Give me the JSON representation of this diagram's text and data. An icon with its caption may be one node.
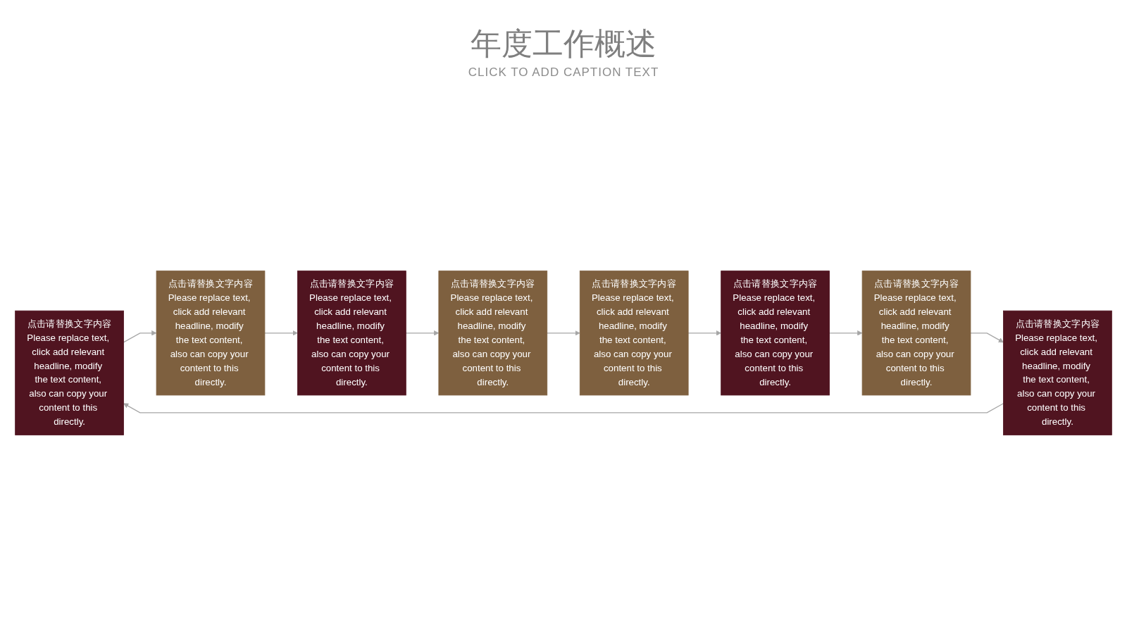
{
  "diagram": {
    "title": "年度工作概述",
    "caption": "CLICK TO ADD CAPTION TEXT",
    "nodes": [
      {
        "text": [
          "点击请替换文字内容",
          "Please replace text, click add relevant headline, modify the text content, also can copy your content to this directly."
        ]
      },
      {
        "text": [
          "点击请替换文字内容",
          "Please replace text, click add relevant headline, modify the text content, also can copy your content to this directly."
        ]
      },
      {
        "text": [
          "点击请替换文字内容",
          "Please replace text, click add relevant headline, modify the text content, also can copy your content to this directly."
        ]
      },
      {
        "text": [
          "点击请替换文字内容",
          "Please replace text, click add relevant headline, modify the text content, also can copy your content to this directly."
        ]
      },
      {
        "text": [
          "点击请替换文字内容",
          "Please replace text, click add relevant headline, modify the text content, also can copy your content to this directly."
        ]
      },
      {
        "text": [
          "点击请替换文字内容",
          "Please replace text, click add relevant headline, modify the text content, also can copy your content to this directly."
        ]
      },
      {
        "text": [
          "点击请替换文字内容",
          "Please replace text, click add relevant headline, modify the text content, also can copy your content to this directly."
        ]
      },
      {
        "text": [
          "点击请替换文字内容",
          "Please replace text, click add relevant headline, modify the text content, also can copy your content to this directly."
        ]
      }
    ],
    "edges": [
      {
        "from": 0,
        "to": 1,
        "arrow": "to"
      },
      {
        "from": 1,
        "to": 2,
        "arrow": "to"
      },
      {
        "from": 2,
        "to": 3,
        "arrow": "to"
      },
      {
        "from": 3,
        "to": 7,
        "arrow": "to"
      },
      {
        "from": 7,
        "to": 6,
        "arrow": "to"
      },
      {
        "from": 6,
        "to": 5,
        "arrow": "to"
      },
      {
        "from": 5,
        "to": 4,
        "arrow": "to"
      },
      {
        "from": 4,
        "to": 0,
        "arrow": "to"
      }
    ]
  }
}
